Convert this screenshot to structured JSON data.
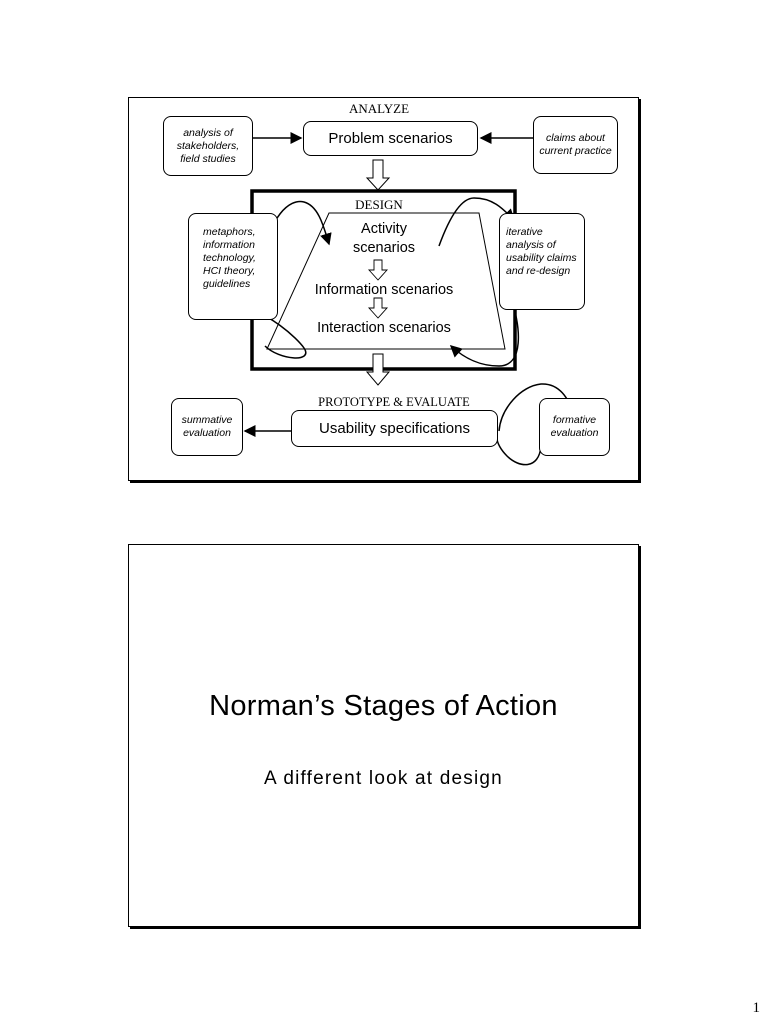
{
  "slide1": {
    "analyze_label": "ANALYZE",
    "problem_scenarios": "Problem scenarios",
    "left_note": "analysis of stakeholders, field studies",
    "right_note": "claims about current practice",
    "design_label": "DESIGN",
    "activity_scenarios_line1": "Activity",
    "activity_scenarios_line2": "scenarios",
    "information_scenarios": "Information scenarios",
    "interaction_scenarios": "Interaction scenarios",
    "metaphors_note": "metaphors, information technology, HCI theory, guidelines",
    "iterative_note": "iterative analysis of usability claims and re-design",
    "prototype_label": "PROTOTYPE & EVALUATE",
    "usability_specifications": "Usability specifications",
    "summative_note": "summative evaluation",
    "formative_note": "formative evaluation"
  },
  "slide2": {
    "title": "Norman’s Stages of Action",
    "subtitle": "A different look at design"
  },
  "page_number": "1"
}
